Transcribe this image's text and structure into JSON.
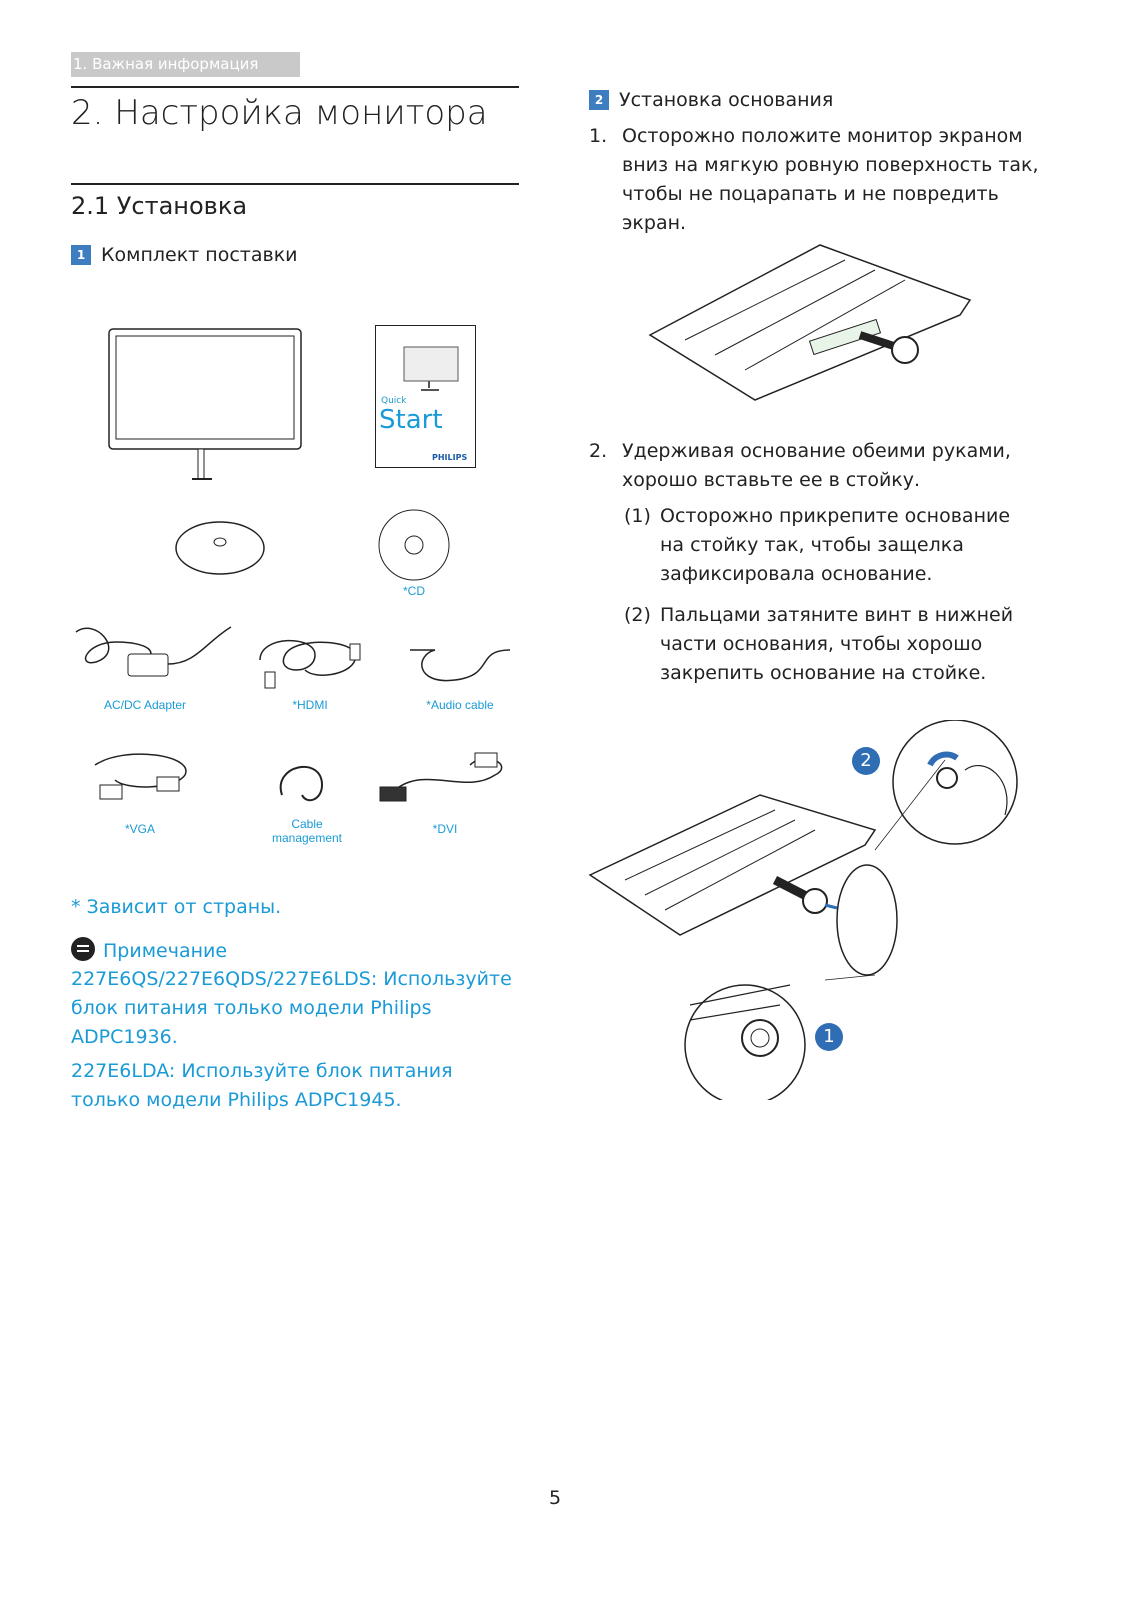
{
  "breadcrumb": "1. Важная информация",
  "chapter_title": "2.  Настройка монитора",
  "section_title": "2.1  Установка",
  "package": {
    "badge": "1",
    "heading": "Комплект поставки",
    "quickstart_label": "Quick",
    "quickstart_title": "Start",
    "philips_logo": "PHILIPS",
    "captions": {
      "cd": "*CD",
      "adapter": "AC/DC Adapter",
      "hdmi": "*HDMI",
      "audio": "*Audio cable",
      "vga": "*VGA",
      "cable_mgmt_1": "Cable",
      "cable_mgmt_2": "management",
      "dvi": "*DVI"
    }
  },
  "country_note": "* Зависит от страны.",
  "note": {
    "title": "Примечание",
    "p1": "227E6QS/227E6QDS/227E6LDS: Используйте блок питания только модели Philips ADPC1936.",
    "p2": "227E6LDA: Используйте блок питания только модели Philips ADPC1945."
  },
  "base_install": {
    "badge": "2",
    "heading": "Установка основания",
    "step1_num": "1.",
    "step1": "Осторожно положите монитор экраном вниз на мягкую ровную поверхность так, чтобы не поцарапать и не повредить экран.",
    "step2_num": "2.",
    "step2": "Удерживая основание обеими руками, хорошо вставьте ее в стойку.",
    "sub1_num": "(1)",
    "sub1": "Осторожно прикрепите основание на стойку так, чтобы защелка зафиксировала основание.",
    "sub2_num": "(2)",
    "sub2": "Пальцами затяните винт в нижней части основания, чтобы хорошо закрепить основание на стойке.",
    "callout_1": "1",
    "callout_2": "2"
  },
  "page_number": "5"
}
